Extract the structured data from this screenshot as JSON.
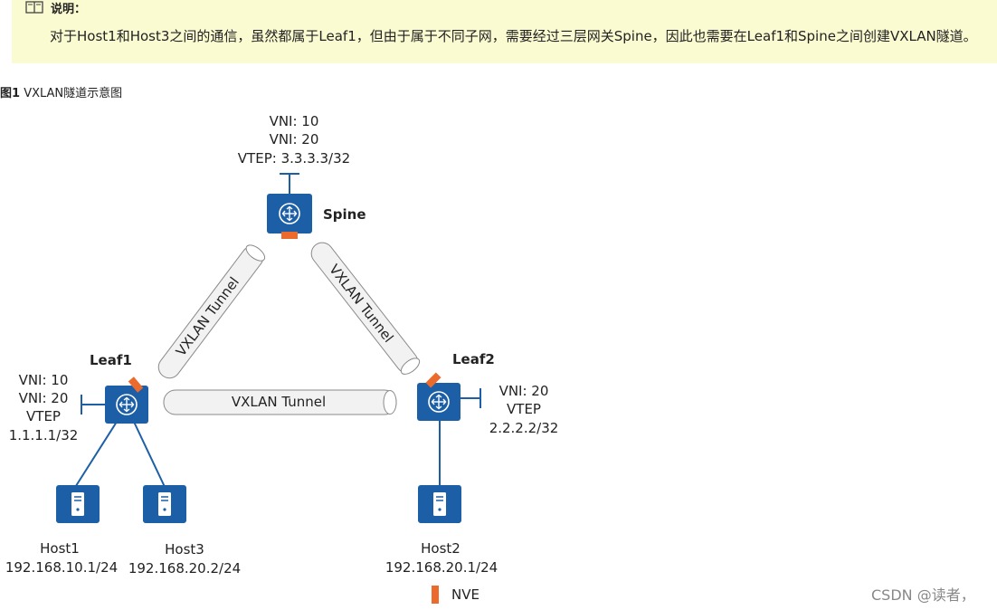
{
  "note": {
    "title": "说明：",
    "text": "对于Host1和Host3之间的通信，虽然都属于Leaf1，但由于属于不同子网，需要经过三层网关Spine，因此也需要在Leaf1和Spine之间创建VXLAN隧道。"
  },
  "figure": {
    "number": "图1",
    "caption": "VXLAN隧道示意图"
  },
  "diagram": {
    "spine": {
      "name": "Spine",
      "vni1": "VNI: 10",
      "vni2": "VNI: 20",
      "vtep": "VTEP: 3.3.3.3/32"
    },
    "leaf1": {
      "name": "Leaf1",
      "vni1": "VNI: 10",
      "vni2": "VNI: 20",
      "vtep": "VTEP",
      "ip": "1.1.1.1/32"
    },
    "leaf2": {
      "name": "Leaf2",
      "vni": "VNI: 20",
      "vtep": "VTEP",
      "ip": "2.2.2.2/32"
    },
    "tunnels": {
      "left": "VXLAN Tunnel",
      "right": "VXLAN Tunnel",
      "bottom": "VXLAN Tunnel"
    },
    "hosts": {
      "host1": {
        "name": "Host1",
        "ip": "192.168.10.1/24"
      },
      "host3": {
        "name": "Host3",
        "ip": "192.168.20.2/24"
      },
      "host2": {
        "name": "Host2",
        "ip": "192.168.20.1/24"
      }
    },
    "legend": {
      "nve": "NVE"
    },
    "colors": {
      "device": "#1d5fa6",
      "nve": "#ec6b2c",
      "tunnel_fill": "#f2f2f2",
      "tunnel_stroke": "#8a8a8a"
    }
  },
  "watermark": "CSDN @读者，"
}
